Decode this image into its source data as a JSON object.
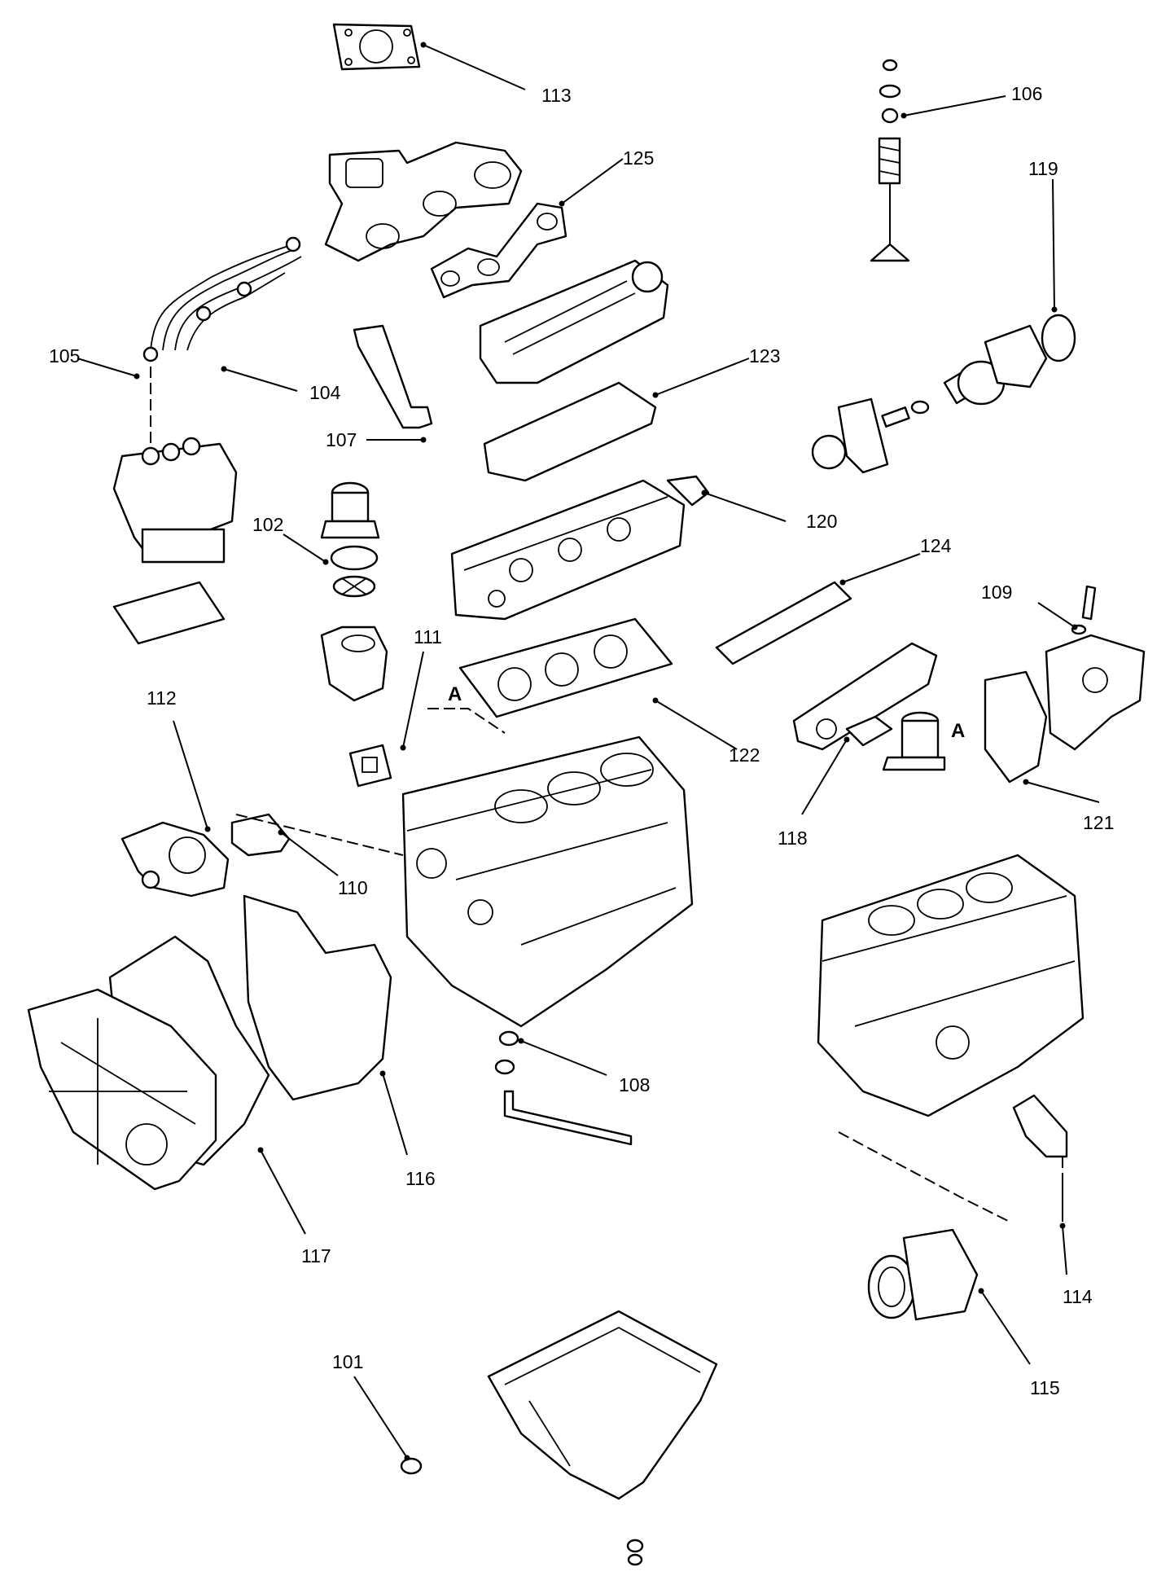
{
  "callouts": {
    "c101": "101",
    "c102": "102",
    "c104": "104",
    "c105": "105",
    "c106": "106",
    "c107": "107",
    "c108": "108",
    "c109": "109",
    "c110": "110",
    "c111": "111",
    "c112": "112",
    "c113": "113",
    "c114": "114",
    "c115": "115",
    "c116": "116",
    "c117": "117",
    "c118": "118",
    "c119": "119",
    "c120": "120",
    "c121": "121",
    "c122": "122",
    "c123": "123",
    "c124": "124",
    "c125": "125"
  },
  "markers": {
    "a_left": "A",
    "a_right": "A"
  }
}
